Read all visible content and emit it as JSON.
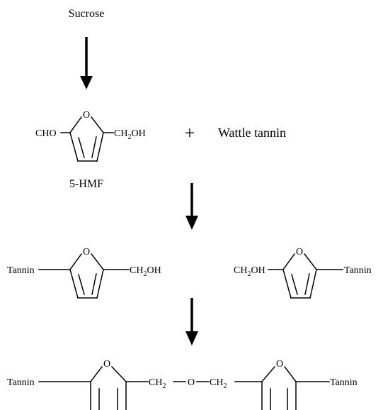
{
  "start": {
    "label": "Sucrose"
  },
  "step1": {
    "left_group": "CHO",
    "ring_atom": "O",
    "right_group_prefix": "CH",
    "right_group_sub": "2",
    "right_group_suffix": "OH",
    "plus": "+",
    "reactant": "Wattle tannin",
    "product_name": "5-HMF"
  },
  "step2": {
    "a_left": "Tannin",
    "a_ring_atom": "O",
    "a_right_prefix": "CH",
    "a_right_sub": "2",
    "a_right_suffix": "OH",
    "b_left_prefix": "CH",
    "b_left_sub": "2",
    "b_left_suffix": "OH",
    "b_ring_atom": "O",
    "b_right": "Tannin"
  },
  "step3": {
    "left": "Tannin",
    "ring_atom_1": "O",
    "ch2_1_prefix": "CH",
    "ch2_1_sub": "2",
    "bridge_o": "O",
    "ch2_2_prefix": "CH",
    "ch2_2_sub": "2",
    "ring_atom_2": "O",
    "right": "Tannin"
  }
}
